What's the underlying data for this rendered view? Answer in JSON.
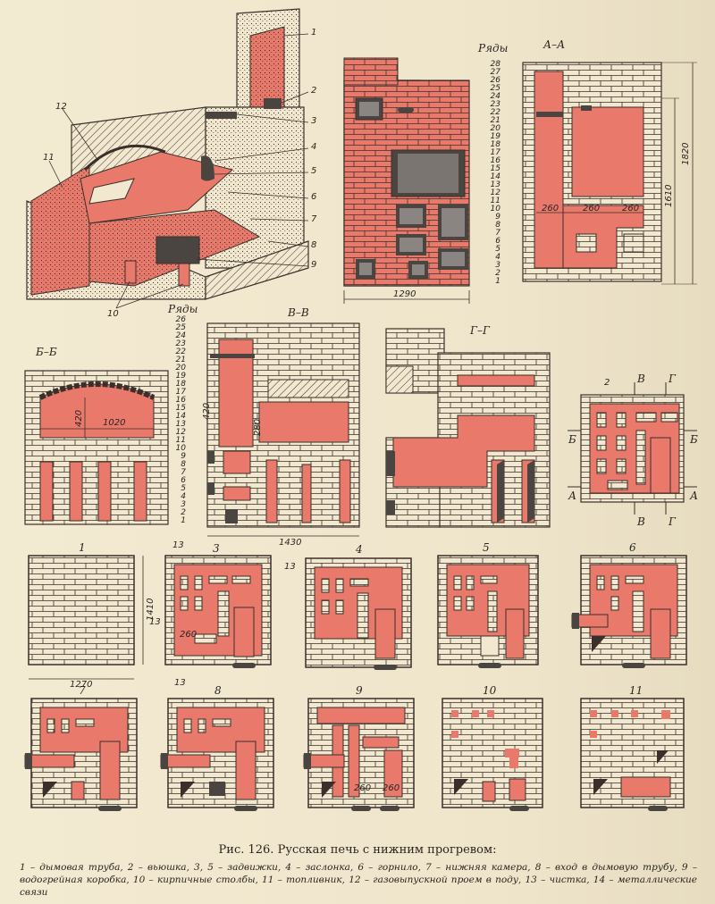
{
  "colors": {
    "paper": "#f1e8cf",
    "brick_line": "#3a2f2a",
    "fire_red": "#e8796b",
    "hatch": "#3a2f2a",
    "metal": "#4a4540"
  },
  "figure": {
    "caption": "Рис. 126. Русская печь с нижним прогревом:",
    "legend": "1 – дымовая труба, 2 – вьюшка, 3, 5 – задвижки, 4 – заслонка, 6 – горнило, 7 – нижняя камера, 8 – вход в дымовую трубу, 9 – водогрейная коробка, 10 – кирпичные столбы, 11 – топливник, 12 – газовыпускной проем в поду, 13 – чистка, 14 – металлические связи"
  },
  "isometric": {
    "callouts": [
      "1",
      "2",
      "3",
      "4",
      "5",
      "6",
      "7",
      "8",
      "9",
      "10",
      "11",
      "12"
    ],
    "rows_label": "Ряды"
  },
  "front_view": {
    "rows_label": "Ряды",
    "rows": [
      "1",
      "2",
      "3",
      "4",
      "5",
      "6",
      "7",
      "8",
      "9",
      "10",
      "11",
      "12",
      "13",
      "14",
      "15",
      "16",
      "17",
      "18",
      "19",
      "20",
      "21",
      "22",
      "23",
      "24",
      "25",
      "26",
      "27",
      "28"
    ],
    "width_dim": "1290"
  },
  "section_aa": {
    "title": "А–А",
    "dims": [
      "260",
      "260",
      "260"
    ],
    "height_outer": "1820",
    "height_inner": "1610"
  },
  "section_bb": {
    "title": "Б–Б",
    "dims_height": "420",
    "dims_width": "1020"
  },
  "section_vv": {
    "title": "В–В",
    "rows": [
      "1",
      "2",
      "3",
      "4",
      "5",
      "6",
      "7",
      "8",
      "9",
      "10",
      "11",
      "12",
      "13",
      "14",
      "15",
      "16",
      "17",
      "18",
      "19",
      "20",
      "21",
      "22",
      "23",
      "24",
      "25",
      "26"
    ],
    "dim_420": "420",
    "dim_280": "280",
    "width_dim": "1430"
  },
  "section_gg": {
    "title": "Г–Г"
  },
  "plan_key": {
    "label_2": "2",
    "marks": [
      "В",
      "Г",
      "Б",
      "Б",
      "А",
      "А",
      "В",
      "Г"
    ]
  },
  "plans_row1": {
    "labels": [
      "1",
      "3",
      "4",
      "5",
      "6"
    ],
    "callout_13": "13",
    "dim_260": "260",
    "height_dim": "1410",
    "width_dim": "1270"
  },
  "plans_row2": {
    "labels": [
      "7",
      "8",
      "9",
      "10",
      "11"
    ],
    "dim_260_a": "260",
    "dim_260_b": "260"
  }
}
